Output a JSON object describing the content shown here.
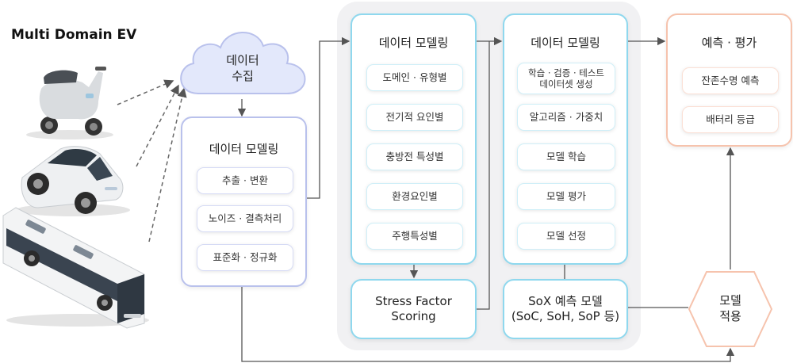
{
  "title": "Multi Domain EV",
  "vehicles": [
    {
      "name": "scooter-illustration"
    },
    {
      "name": "car-illustration"
    },
    {
      "name": "bus-illustration"
    }
  ],
  "cloud": {
    "line1": "데이터",
    "line2": "수집"
  },
  "box1": {
    "title": "데이터 모델링",
    "items": [
      "추출 · 변환",
      "노이즈 · 결측처리",
      "표준화 · 정규화"
    ]
  },
  "box2": {
    "title": "데이터 모델링",
    "items": [
      "도메인 · 유형별",
      "전기적 요인별",
      "충방전 특성별",
      "환경요인별",
      "주행특성별"
    ]
  },
  "box3": {
    "title": "데이터 모델링",
    "items": [
      "학습 · 검증 · 테스트\n데이터셋 생성",
      "알고리즘 · 가중치",
      "모델 학습",
      "모델 평가",
      "모델 선정"
    ]
  },
  "stress": {
    "line1": "Stress Factor",
    "line2": "Scoring"
  },
  "sox": {
    "line1": "SoX 예측 모델",
    "line2": "(SoC, SoH, SoP 등)"
  },
  "predict": {
    "title": "예측 · 평가",
    "items": [
      "잔존수명 예측",
      "배터리 등급"
    ]
  },
  "hexagon": {
    "line1": "모델",
    "line2": "적용"
  },
  "colors": {
    "blue_border": "#b9c1ec",
    "cyan_border": "#8fd8ee",
    "orange_border": "#f6c3ad",
    "cloud_fill": "#e3e8fb",
    "panel_bg": "#f1f1f3",
    "arrow": "#555555"
  }
}
